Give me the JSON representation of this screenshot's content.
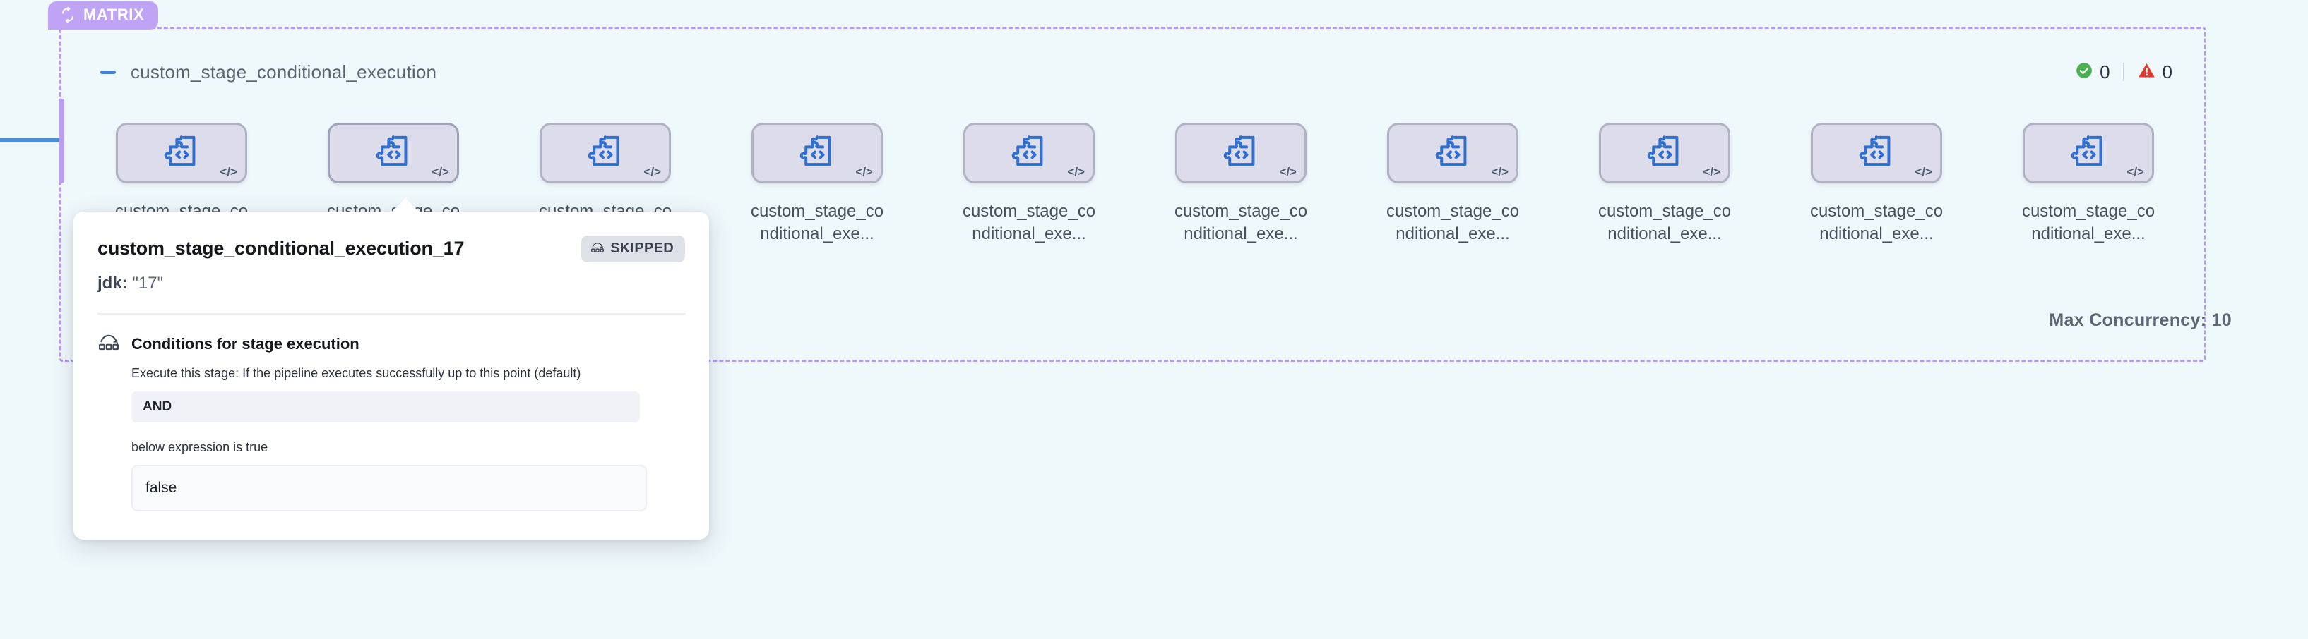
{
  "matrix_tab": {
    "label": "MATRIX",
    "icon": "loop-icon"
  },
  "group": {
    "title": "custom_stage_conditional_execution",
    "collapse_icon": "minus-icon",
    "success_count": "0",
    "warning_count": "0",
    "success_icon": "check-circle-icon",
    "warning_icon": "warning-triangle-icon",
    "max_concurrency": "Max Concurrency: 10"
  },
  "nodes": [
    {
      "label": "custom_stage_conditional_exe...",
      "icon": "puzzle-code-icon",
      "corner_icon": "code-icon",
      "selected": false
    },
    {
      "label": "custom_stage_conditional_exe...",
      "icon": "puzzle-code-icon",
      "corner_icon": "code-icon",
      "selected": true
    },
    {
      "label": "custom_stage_conditional_exe...",
      "icon": "puzzle-code-icon",
      "corner_icon": "code-icon",
      "selected": false
    },
    {
      "label": "custom_stage_conditional_exe...",
      "icon": "puzzle-code-icon",
      "corner_icon": "code-icon",
      "selected": false
    },
    {
      "label": "custom_stage_conditional_exe...",
      "icon": "puzzle-code-icon",
      "corner_icon": "code-icon",
      "selected": false
    },
    {
      "label": "custom_stage_conditional_exe...",
      "icon": "puzzle-code-icon",
      "corner_icon": "code-icon",
      "selected": false
    },
    {
      "label": "custom_stage_conditional_exe...",
      "icon": "puzzle-code-icon",
      "corner_icon": "code-icon",
      "selected": false
    },
    {
      "label": "custom_stage_conditional_exe...",
      "icon": "puzzle-code-icon",
      "corner_icon": "code-icon",
      "selected": false
    },
    {
      "label": "custom_stage_conditional_exe...",
      "icon": "puzzle-code-icon",
      "corner_icon": "code-icon",
      "selected": false
    },
    {
      "label": "custom_stage_conditional_exe...",
      "icon": "puzzle-code-icon",
      "corner_icon": "code-icon",
      "selected": false
    }
  ],
  "popover": {
    "title": "custom_stage_conditional_execution_17",
    "status_badge": {
      "label": "SKIPPED",
      "icon": "skip-icon"
    },
    "matrix_key": "jdk:",
    "matrix_value": "\"17\"",
    "conditions": {
      "icon": "skip-conditions-icon",
      "heading": "Conditions for stage execution",
      "description": "Execute this stage: If the pipeline executes successfully up to this point (default)",
      "operator": "AND",
      "note": "below expression is true",
      "expression": "false"
    }
  },
  "colors": {
    "canvas": "#eff8fb",
    "matrix_purple": "#bfa3f5",
    "edge_blue": "#4a90d9",
    "node_fill": "#dcdcea",
    "node_border": "#b1b2c4",
    "icon_blue": "#2f6fd0",
    "success_green": "#4caf50",
    "warning_red": "#e03b2f"
  }
}
